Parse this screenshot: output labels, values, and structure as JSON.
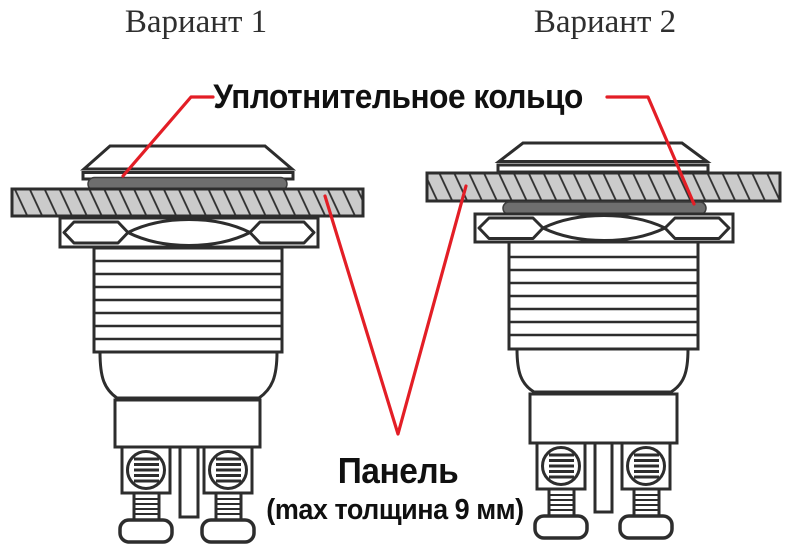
{
  "diagram": {
    "variant1_title": "Вариант 1",
    "variant2_title": "Вариант 2",
    "sealing_ring_label": "Уплотнительное кольцо",
    "panel_label": "Панель",
    "panel_note": "(max толщина 9 мм)"
  },
  "colors": {
    "leader_red": "#e31e26",
    "outline": "#2d2d2d",
    "panel_fill": "#cbcbcb",
    "ring_fill": "#6e6e6e",
    "text": "#101010",
    "background": "#ffffff"
  }
}
